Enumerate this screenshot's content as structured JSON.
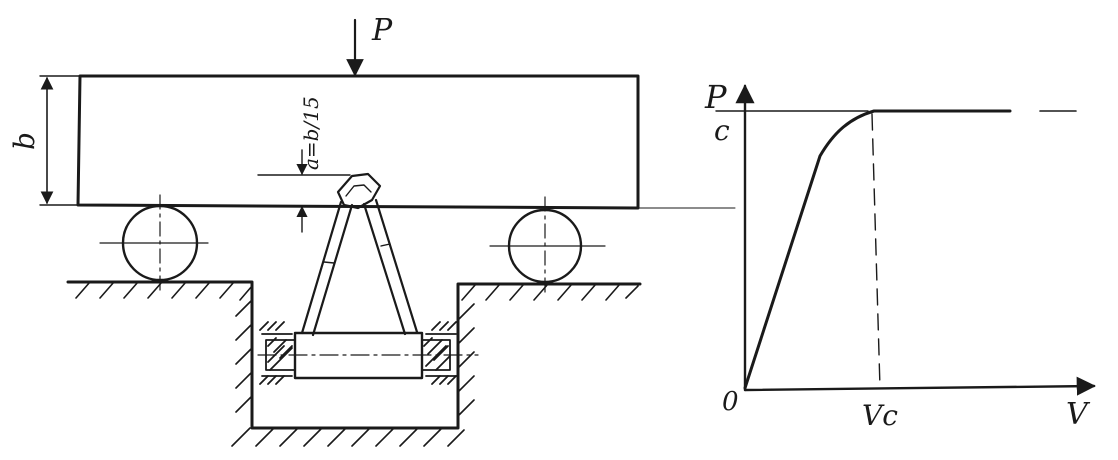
{
  "diagram": {
    "load_label": "P",
    "beam_height_label": "b",
    "notch_depth_label": "a=b/15"
  },
  "graph": {
    "y_axis_label": "P",
    "y_axis_subscript": "c",
    "x_axis_label": "V",
    "origin_label": "0",
    "critical_value_label": "Vc"
  },
  "colors": {
    "ink": "#1a1a1a",
    "paper": "#ffffff"
  }
}
